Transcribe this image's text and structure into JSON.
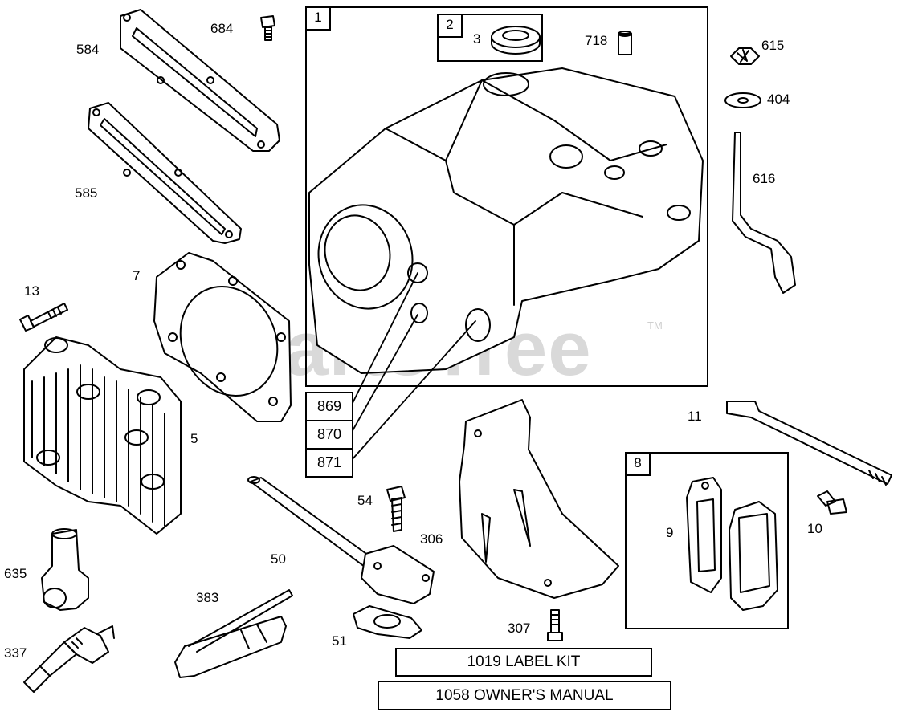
{
  "watermark": {
    "text": "PartsTree",
    "trademark": "TM"
  },
  "boxes": {
    "block_num": "1",
    "seal_num": "2",
    "gasket_kit_num": "8"
  },
  "callouts": {
    "p3": "3",
    "p718": "718",
    "p615": "615",
    "p404": "404",
    "p616": "616",
    "p684": "684",
    "p584": "584",
    "p585": "585",
    "p7": "7",
    "p13": "13",
    "p5": "5",
    "p635": "635",
    "p337": "337",
    "p383": "383",
    "p50": "50",
    "p51": "51",
    "p54": "54",
    "p306": "306",
    "p307": "307",
    "p11": "11",
    "p9": "9",
    "p10": "10"
  },
  "plug_stack": [
    "869",
    "870",
    "871"
  ],
  "kits": {
    "label_kit": "1019 LABEL KIT",
    "owners_manual": "1058 OWNER'S MANUAL"
  }
}
